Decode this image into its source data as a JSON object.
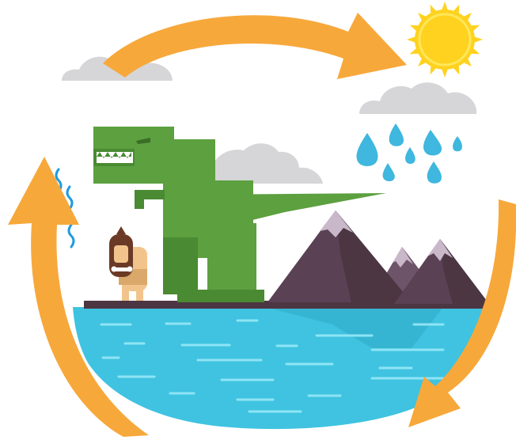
{
  "diagram": {
    "type": "water-cycle-illustration",
    "stages": [
      {
        "id": "evaporation",
        "icon": "sun-icon"
      },
      {
        "id": "condensation",
        "icon": "cloud-icon"
      },
      {
        "id": "precipitation",
        "icon": "raindrop-icon"
      },
      {
        "id": "collection",
        "icon": "water-icon"
      },
      {
        "id": "transpiration",
        "icon": "vapor-icon"
      }
    ],
    "characters": [
      "dinosaur",
      "caveman"
    ],
    "colors": {
      "arrow": "#F7A83B",
      "sun": "#FFD21F",
      "sun_ring": "#FFE75A",
      "cloud": "#D6D6D8",
      "rain": "#3FB7DE",
      "water": "#3FC3E0",
      "water_dark": "#2FA9C7",
      "water_line": "#8FE4F5",
      "ground": "#4C3642",
      "dino_dark": "#4A8A32",
      "dino_light": "#5CA03F",
      "mountain": "#5A4154",
      "mountain_light": "#6E5468",
      "snow": "#C9B8C9",
      "skin": "#F2C48C",
      "hair": "#6B3A26",
      "vapor": "#1E9BE0"
    }
  }
}
